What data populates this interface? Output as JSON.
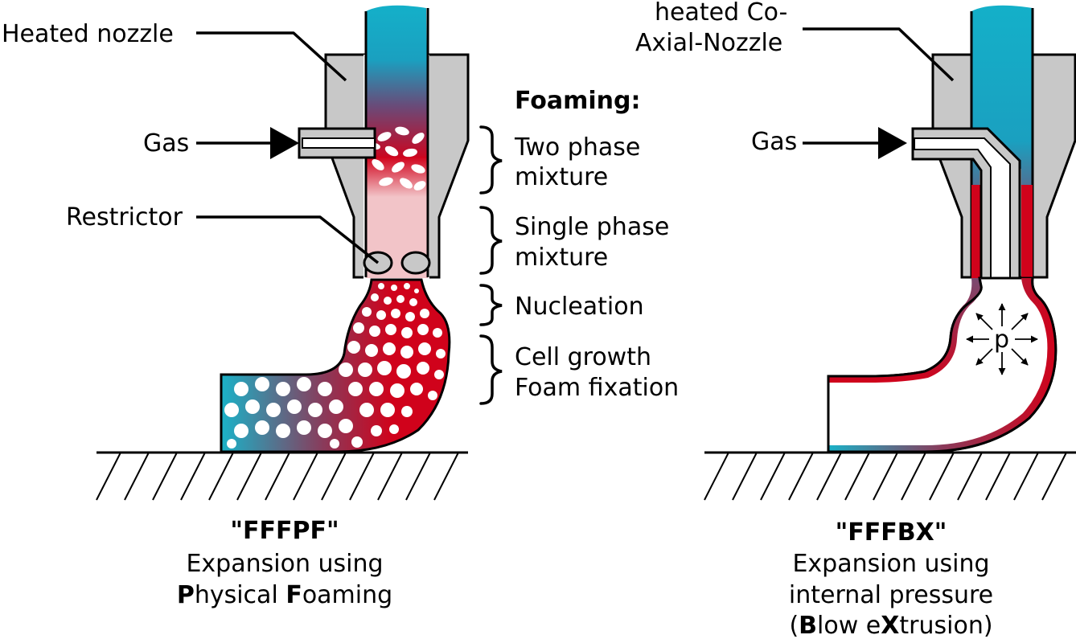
{
  "left": {
    "labels": {
      "heated_nozzle": "Heated nozzle",
      "gas": "Gas",
      "restrictor": "Restrictor"
    },
    "caption": {
      "code": "\"FFFPF\"",
      "line1": "Expansion using",
      "line2_bold_1": "P",
      "line2_rest_1": "hysical ",
      "line2_bold_2": "F",
      "line2_rest_2": "oaming"
    }
  },
  "stages": {
    "heading": "Foaming:",
    "two_phase_1": "Two phase",
    "two_phase_2": "mixture",
    "single_phase_1": "Single phase",
    "single_phase_2": "mixture",
    "nucleation": "Nucleation",
    "cell_growth": "Cell growth",
    "foam_fixation": "Foam fixation"
  },
  "right": {
    "labels": {
      "coaxial_1": "heated Co-",
      "coaxial_2": "Axial-Nozzle",
      "gas": "Gas",
      "pressure": "p"
    },
    "caption": {
      "code": "\"FFFBX\"",
      "line1": "Expansion using",
      "line2": "internal pressure",
      "line3_pre": "(",
      "line3_bold_1": "B",
      "line3_mid": "low e",
      "line3_bold_2": "X",
      "line3_post": "trusion)"
    }
  },
  "colors": {
    "nozzle_gray": "#c8c8c8",
    "melt_red": "#d0021b",
    "filament_cyan": "#1aa9c4",
    "single_phase_pink": "#f2c4c8"
  }
}
